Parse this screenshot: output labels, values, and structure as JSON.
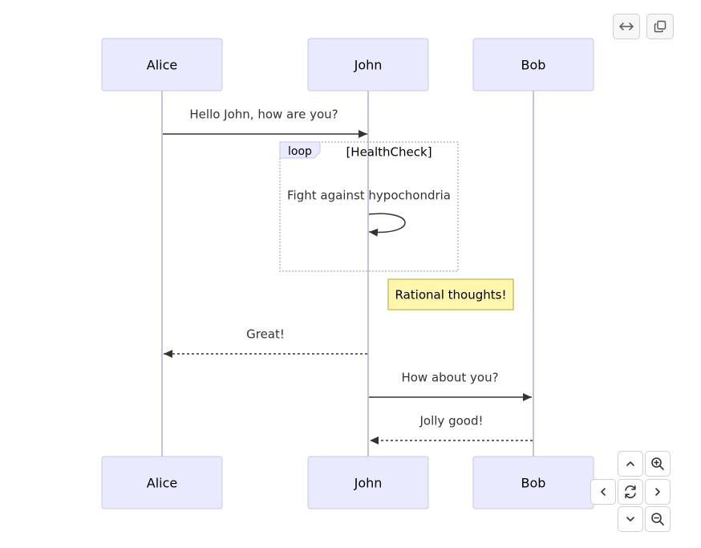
{
  "actors": [
    {
      "id": "alice",
      "name": "Alice"
    },
    {
      "id": "john",
      "name": "John"
    },
    {
      "id": "bob",
      "name": "Bob"
    }
  ],
  "messages": [
    {
      "text": "Hello John, how are you?",
      "from": "alice",
      "to": "john",
      "style": "solid"
    },
    {
      "text": "Fight against hypochondria",
      "from": "john",
      "to": "john",
      "style": "solid"
    },
    {
      "text": "Great!",
      "from": "john",
      "to": "alice",
      "style": "dashed"
    },
    {
      "text": "How about you?",
      "from": "john",
      "to": "bob",
      "style": "solid"
    },
    {
      "text": "Jolly good!",
      "from": "bob",
      "to": "john",
      "style": "dashed"
    }
  ],
  "loop": {
    "keyword": "loop",
    "condition": "[HealthCheck]"
  },
  "note": {
    "text": "Rational thoughts!"
  },
  "colors": {
    "actor_fill": "#eaeaff",
    "actor_stroke": "#c9c6e9",
    "lifeline": "#c6c1e6",
    "note_fill": "#fff5ad",
    "note_stroke": "#aaaa33",
    "arrow": "#333333",
    "text": "#333333",
    "loop_border": "#aaaaaa"
  },
  "controls": {
    "top": [
      {
        "name": "fit-width-button",
        "icon": "horizontal-arrows-icon"
      },
      {
        "name": "copy-button",
        "icon": "copy-icon"
      }
    ],
    "nav": [
      {
        "name": "pan-up-button",
        "icon": "chevron-up-icon"
      },
      {
        "name": "zoom-in-button",
        "icon": "zoom-in-icon"
      },
      {
        "name": "pan-left-button",
        "icon": "chevron-left-icon"
      },
      {
        "name": "reset-view-button",
        "icon": "refresh-icon"
      },
      {
        "name": "pan-right-button",
        "icon": "chevron-right-icon"
      },
      {
        "name": "pan-down-button",
        "icon": "chevron-down-icon"
      },
      {
        "name": "zoom-out-button",
        "icon": "zoom-out-icon"
      }
    ]
  }
}
